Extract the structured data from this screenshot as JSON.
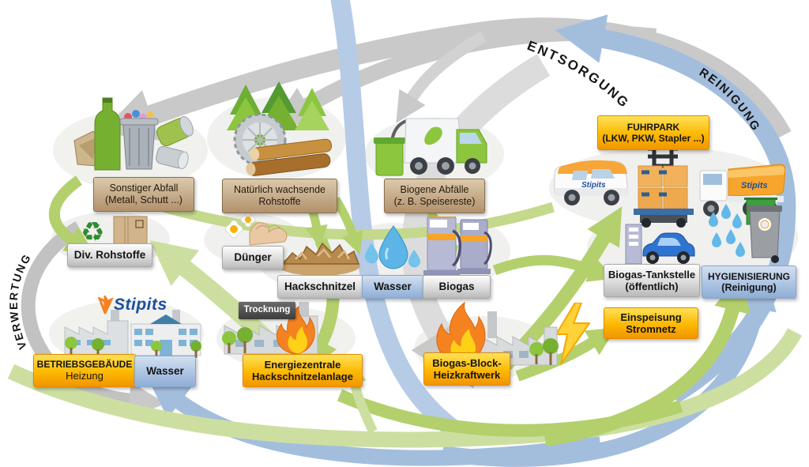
{
  "diagram": {
    "title_hidden": "",
    "flow_labels": {
      "entsorgung": "ENTSORGUNG",
      "reinigung": "REINIGUNG",
      "verwertung": "VERWERTUNG"
    },
    "brand": {
      "name": "Stipits"
    },
    "vehicle_brand": "Stipits",
    "icons": {
      "recycle_glyph": "♻"
    },
    "nodes": {
      "sonstiger_abfall": {
        "line1": "Sonstiger Abfall",
        "line2": "(Metall, Schutt ...)"
      },
      "natuerliche_rohstoffe": {
        "line1": "Natürlich wachsende",
        "line2": "Rohstoffe"
      },
      "biogene_abfaelle": {
        "line1": "Biogene Abfälle",
        "line2": "(z. B. Speisereste)"
      },
      "fuhrpark": {
        "line1": "FUHRPARK",
        "line2": "(LKW, PKW, Stapler ...)"
      },
      "div_rohstoffe": {
        "label": "Div. Rohstoffe"
      },
      "duenger": {
        "label": "Dünger"
      },
      "hackschnitzel": {
        "label": "Hackschnitzel"
      },
      "wasser_mitte": {
        "label": "Wasser"
      },
      "biogas": {
        "label": "Biogas"
      },
      "trocknung": {
        "label": "Trocknung"
      },
      "energiezentrale": {
        "line1": "Energiezentrale",
        "line2": "Hackschnitzelanlage"
      },
      "biogas_block": {
        "line1": "Biogas-Block-",
        "line2": "Heizkraftwerk"
      },
      "betriebsgebaeude": {
        "line1": "BETRIEBSGEBÄUDE",
        "line2": "Heizung"
      },
      "wasser_links": {
        "label": "Wasser"
      },
      "biogas_tankstelle": {
        "line1": "Biogas-Tankstelle",
        "line2": "(öffentlich)"
      },
      "hygienisierung": {
        "line1": "HYGIENISIERUNG",
        "line2": "(Reinigung)"
      },
      "einspeisung_stromnetz": {
        "line1": "Einspeisung",
        "line2": "Stromnetz"
      }
    },
    "colors": {
      "arrow_gray": "#c9c9c9",
      "arrow_gray_light": "#d8d8d8",
      "arrow_green": "#b3d06d",
      "arrow_green_light": "#cddfa0",
      "arrow_blue": "#a3bedd",
      "label_orange": "#fcb800",
      "label_tan": "#b2916c",
      "label_blue": "#a9c2e2",
      "brand_blue": "#1c4e9d",
      "brand_orange": "#f58220"
    }
  }
}
